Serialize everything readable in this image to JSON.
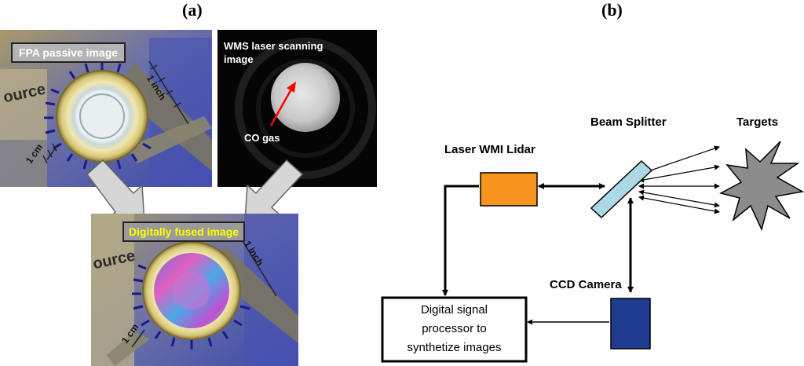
{
  "panel_a": {
    "label": "(a)",
    "passive_image_caption": "FPA passive image",
    "laser_image_caption": "WMS laser scanning image",
    "gas_label": "CO gas",
    "fused_image_caption": "Digitally fused image",
    "ruler_inch": "1 inch",
    "ruler_cm": "1 cm",
    "background_letters": "ource",
    "colors": {
      "caption_box": "#b4b4b4",
      "fused_caption_text": "#ffff00",
      "gas_arrow": "#ff0000",
      "flow_arrow": "#d0d0d0"
    }
  },
  "panel_b": {
    "label": "(b)",
    "laser_label": "Laser WMI Lidar",
    "splitter_label": "Beam Splitter",
    "targets_label": "Targets",
    "camera_label": "CCD Camera",
    "processor_line1": "Digital signal",
    "processor_line2": "processor to",
    "processor_line3": "synthetize images",
    "colors": {
      "laser": "#f7941d",
      "splitter": "#add8e6",
      "target": "#8c8c8c",
      "camera": "#1f3b8f"
    }
  }
}
